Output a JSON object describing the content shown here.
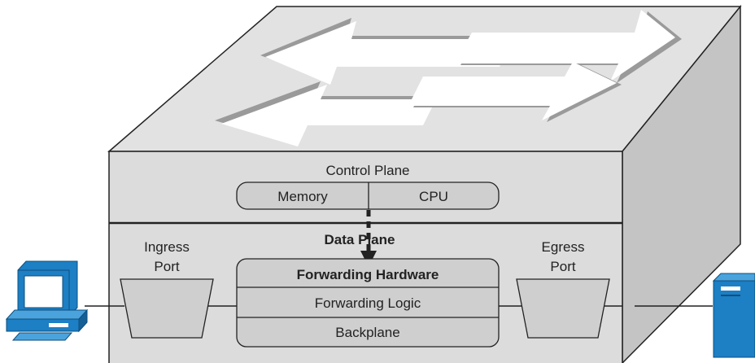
{
  "colors": {
    "switch_top": "#e2e2e2",
    "switch_front": "#dcdcdc",
    "switch_side": "#c4c4c4",
    "arrow_fill": "#ffffff",
    "arrow_shadow": "#9a9a9a",
    "component_fill": "#cfcfcf",
    "device_blue": "#1d7fc4",
    "line": "#222222"
  },
  "control_plane": {
    "title": "Control Plane",
    "memory_label": "Memory",
    "cpu_label": "CPU"
  },
  "data_plane": {
    "title": "Data Plane",
    "forwarding_hardware_label": "Forwarding Hardware",
    "forwarding_logic_label": "Forwarding Logic",
    "backplane_label": "Backplane"
  },
  "ingress_port": {
    "line1": "Ingress",
    "line2": "Port"
  },
  "egress_port": {
    "line1": "Egress",
    "line2": "Port"
  },
  "icons": {
    "pc": "desktop-computer-icon",
    "server": "server-tower-icon",
    "switch_arrows": "switch-arrows-icon"
  }
}
